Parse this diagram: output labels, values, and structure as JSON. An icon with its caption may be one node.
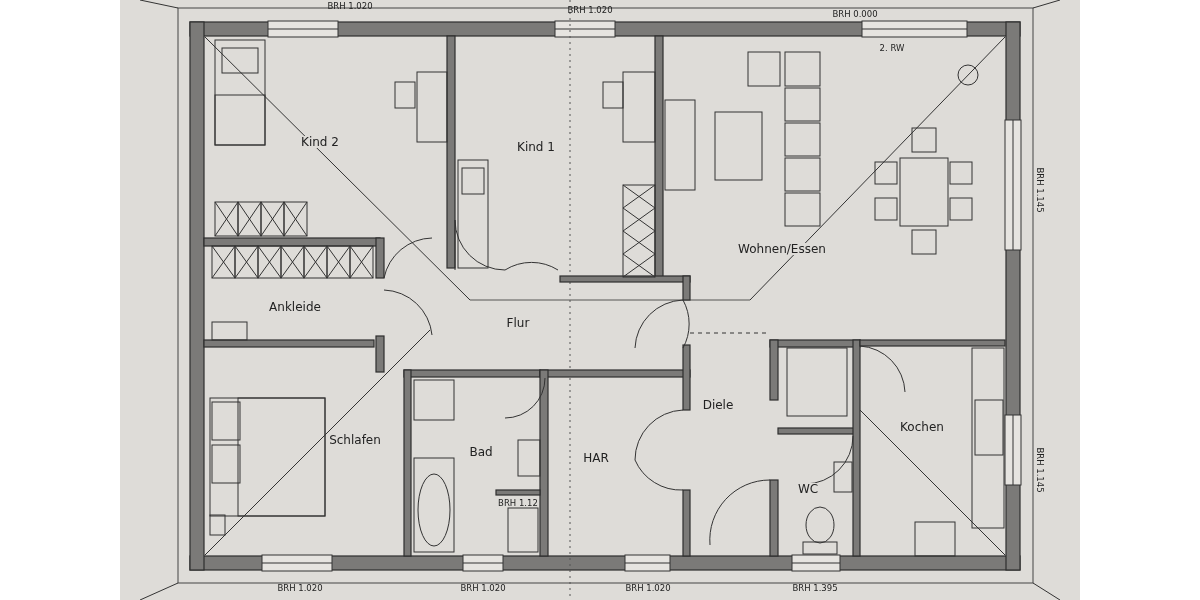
{
  "diagram": {
    "labels": [
      "BRH 1.020",
      "BRH 1.020",
      "BRH 0.000",
      "2. RW",
      "Kind 2",
      "Kind 1",
      "BRH 1.145",
      "Wohnen/Essen",
      "Ankleide",
      "Flur",
      "Diele",
      "Kochen",
      "Schlafen",
      "Bad",
      "HAR",
      "BRH 1.145",
      "BRH 1.12",
      "WC",
      "BRH 1.020",
      "BRH 1.020",
      "BRH 1.020",
      "BRH 1.395"
    ]
  }
}
